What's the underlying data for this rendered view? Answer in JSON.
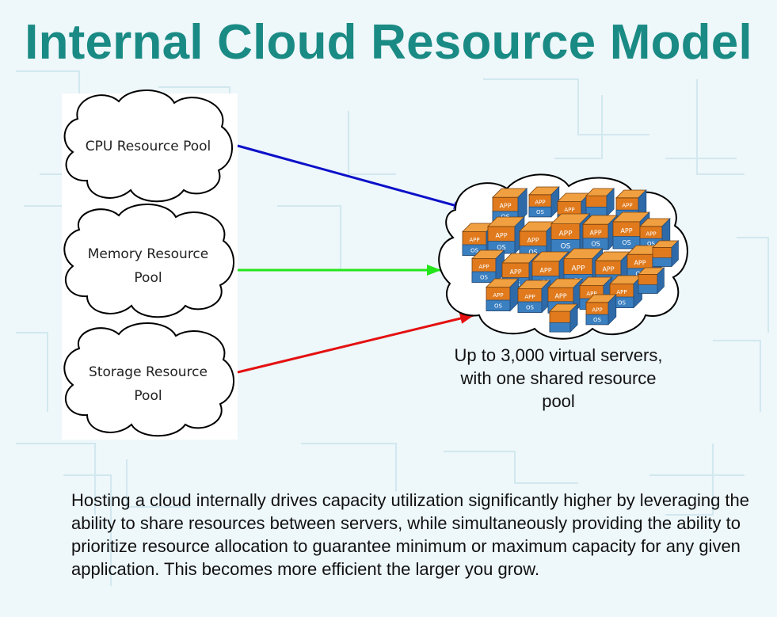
{
  "title": "Internal Cloud Resource Model",
  "pools": [
    {
      "label_lines": [
        "CPU Resource Pool"
      ],
      "arrow_color": "#0b10c8"
    },
    {
      "label_lines": [
        "Memory Resource",
        "Pool"
      ],
      "arrow_color": "#22e61a"
    },
    {
      "label_lines": [
        "Storage Resource",
        "Pool"
      ],
      "arrow_color": "#e41010"
    }
  ],
  "shared_pool": {
    "caption": "Up to 3,000 virtual servers, with one shared resource pool",
    "box_labels": [
      "APP",
      "OS"
    ]
  },
  "description": "Hosting a cloud internally drives capacity utilization significantly higher by leveraging the ability to share resources between servers, while simultaneously providing the ability to prioritize resource allocation to guarantee minimum or maximum capacity for any given application. This becomes more efficient the larger you grow.",
  "colors": {
    "title": "#1a8a84",
    "box_top": "#f0a040",
    "box_front": "#e07a1c",
    "box_side": "#3a7fc0",
    "cloud_fill": "#ffffff",
    "cloud_stroke": "#000000"
  }
}
